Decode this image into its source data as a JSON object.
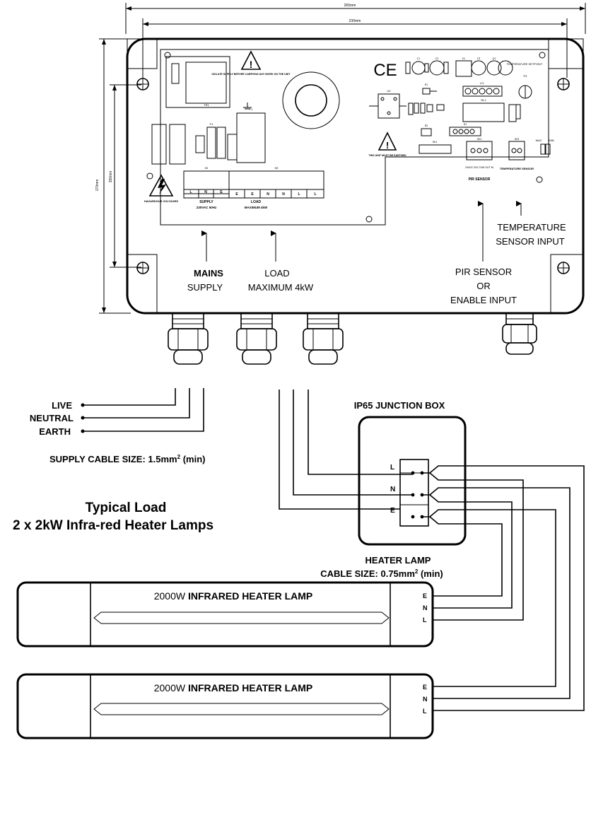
{
  "dimensions": {
    "overall_width": "265mm",
    "fixing_width": "230mm",
    "overall_height": "170mm",
    "fixing_height": "150mm"
  },
  "controller": {
    "ce_mark": "CE",
    "warning_isolate": "ISOLATE SUPPLY BEFORE CARRYING ANY WORK ON THE UNIT",
    "warning_earthed": "THIS UNIT MUST BE EARTHED",
    "hazard_label": "HAZARDOUS VOLTAGES",
    "supply_terminals": [
      "L",
      "N",
      "E"
    ],
    "load_terminals": [
      "E",
      "E",
      "N",
      "N",
      "L",
      "L"
    ],
    "supply_block_label": "SUPPLY",
    "supply_block_sub": "230VAC 50Hz",
    "load_block_label": "LOAD",
    "load_block_sub": "MAXIMUM 4kW",
    "pir_terminals": "24VDC SIG COM OUT IN",
    "pir_label": "PIR SENSOR",
    "temp_label": "TEMPERATURE SENSOR",
    "temp_setpoint": "TEMPERATURE SETPOINT",
    "board_codes": {
      "pot": "P4",
      "transformer": "TR1",
      "relay": "RL1",
      "u2": "U2",
      "fuse": "F1",
      "t1": "T1",
      "c1": "C1",
      "c2": "C2",
      "c3": "C3",
      "r1": "R1",
      "r2": "R2",
      "d1": "D1",
      "q1": "Q1",
      "k1": "K1",
      "ic1": "IC1",
      "sk1": "SK1",
      "sk2": "SK2",
      "sk3": "SK3",
      "m1": "M1",
      "m2": "M2",
      "sw1": "MAX",
      "sw2": "MIN"
    }
  },
  "callouts": {
    "mains_1": "MAINS",
    "mains_2": "SUPPLY",
    "load_1": "LOAD",
    "load_2": "MAXIMUM 4kW",
    "temp_1": "TEMPERATURE",
    "temp_2": "SENSOR INPUT",
    "pir_1": "PIR SENSOR",
    "pir_2": "OR",
    "pir_3": "ENABLE INPUT"
  },
  "supply": {
    "live": "LIVE",
    "neutral": "NEUTRAL",
    "earth": "EARTH",
    "cable_size_prefix": "SUPPLY CABLE SIZE: 1.5mm",
    "cable_size_sup": "2",
    "cable_size_suffix": " (min)"
  },
  "junction_box": {
    "title": "IP65 JUNCTION BOX",
    "terminals": [
      "L",
      "N",
      "E"
    ]
  },
  "typical_load": {
    "line1": "Typical Load",
    "line2": "2 x 2kW Infra-red Heater Lamps"
  },
  "heater_cable": {
    "line1": "HEATER LAMP",
    "line2_prefix": "CABLE SIZE: 0.75mm",
    "line2_sup": "2",
    "line2_suffix": " (min)"
  },
  "lamps": [
    {
      "power": "2000W",
      "name": "INFRARED HEATER LAMP",
      "terminals": [
        "E",
        "N",
        "L"
      ]
    },
    {
      "power": "2000W",
      "name": "INFRARED HEATER LAMP",
      "terminals": [
        "E",
        "N",
        "L"
      ]
    }
  ]
}
